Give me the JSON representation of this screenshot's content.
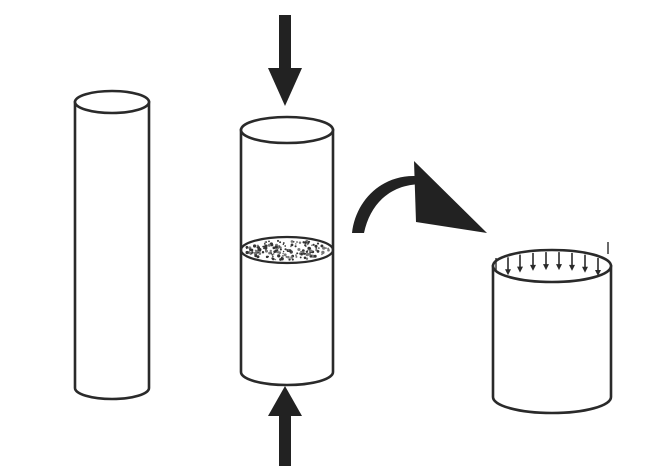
{
  "figure": {
    "panels": [
      {
        "id": "tall-cylinder"
      },
      {
        "id": "compressed-cylinder",
        "has_force_arrows": true,
        "has_rupture_plane": true
      },
      {
        "id": "short-cylinder",
        "has_inward_arrows": true
      }
    ],
    "transition_icon": "curved-arrow-icon",
    "colors": {
      "line": "#2a2a2a",
      "fill": "#ffffff",
      "arrow": "#222222"
    }
  }
}
